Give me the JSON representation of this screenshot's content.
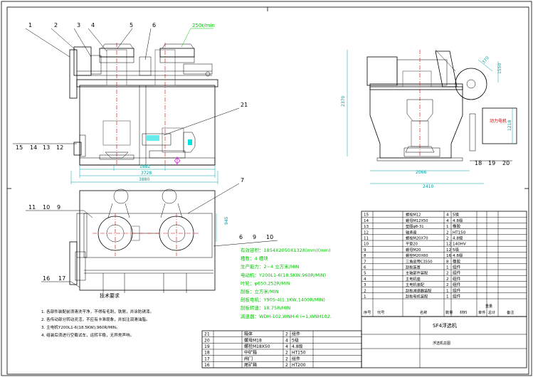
{
  "views": {
    "front": {
      "callouts_top": [
        "1",
        "2",
        "3",
        "4",
        "5",
        "6"
      ],
      "callouts_left": [
        "15",
        "14",
        "13",
        "12"
      ],
      "callout_21": "21",
      "callout_7": "7",
      "annotation": "250r/min",
      "dim_1": "1882",
      "dim_2": "3728",
      "dim_3": "3880"
    },
    "side": {
      "callouts": [
        "18",
        "19",
        "20"
      ],
      "dim_height": "2370",
      "dim_top": "1550",
      "dim_bottom": "2066",
      "dim_total": "2410",
      "dim_small": "370",
      "motor_label": "动力电机",
      "dim_right": "1218"
    },
    "plan": {
      "callouts_left": [
        "11",
        "10",
        "9"
      ],
      "callouts_right": [
        "6",
        "9",
        "10"
      ],
      "callouts_bottom": [
        "16",
        "17"
      ],
      "dim_945": "945",
      "title": "技术要求"
    }
  },
  "specs": {
    "lines": [
      "有效容积：1854X2050X1328(mm)(mm)",
      "槽数：4 槽块",
      "生产能力：2~4 立方米/MIN",
      "电动机：Y200L1-6(18.5KW,960R/MIN)",
      "叶轮：φ650,252R/MIN",
      "刮板：立方米/MIN",
      "刮板电机：Y90S-4(1.1KW,1400R/MIN)",
      "刮板转速：18.75R/MIN",
      "减速器：WDH-102,WNH-6 i=1,WNH102."
    ]
  },
  "notes": {
    "title": "技术要求",
    "items": [
      "1. 各部件装配前须清洗干净，不得有毛刺，铁屑，并涂防锈漆。",
      "2. 各传动部分转动灵活，不应有卡滞现象，并加注润滑油脂。",
      "3. 主电机Y200L1-6(18.5KW),960R/MIN。",
      "4. 组装后须进行空载试车，运转平稳，无异常声响。"
    ]
  },
  "bom_main": {
    "rows": [
      {
        "no": "15",
        "name": "螺栓M12",
        "qty": "4",
        "mat": "5级"
      },
      {
        "no": "14",
        "name": "螺母M12X50",
        "qty": "4",
        "mat": "4.8级"
      },
      {
        "no": "13",
        "name": "垫圈φ8-31",
        "qty": "1",
        "mat": "橡胶"
      },
      {
        "no": "12",
        "name": "轴承座",
        "qty": "2",
        "mat": "HT150"
      },
      {
        "no": "11",
        "name": "螺栓M20X70",
        "qty": "2",
        "mat": "4.8级"
      },
      {
        "no": "10",
        "name": "平垫20",
        "qty": "12",
        "mat": "140HV"
      },
      {
        "no": "9",
        "name": "螺母M20",
        "qty": "12",
        "mat": "5级"
      },
      {
        "no": "8",
        "name": "螺栓M20X60",
        "qty": "16",
        "mat": "4.8级"
      },
      {
        "no": "7",
        "name": "三角皮带C3550",
        "qty": "8",
        "mat": "橡胶"
      },
      {
        "no": "6",
        "name": "刮板装置",
        "qty": "1",
        "mat": "组件"
      },
      {
        "no": "5",
        "name": "主轴部件装配",
        "qty": "2",
        "mat": "组件"
      },
      {
        "no": "4",
        "name": "主电机座",
        "qty": "2",
        "mat": "组件"
      },
      {
        "no": "3",
        "name": "主电机装配",
        "qty": "2",
        "mat": "组件"
      },
      {
        "no": "2",
        "name": "刮板减速器装配",
        "qty": "1",
        "mat": "组件"
      },
      {
        "no": "1",
        "name": "刮板电机装配",
        "qty": "1",
        "mat": "组件"
      }
    ],
    "header": [
      "序号",
      "代号",
      "名称",
      "数量",
      "材料",
      "单件",
      "总计",
      "备注"
    ],
    "header_sub": "重量"
  },
  "bom_lower": {
    "rows": [
      {
        "no": "21",
        "name": "箱体",
        "qty": "2",
        "mat": "组件"
      },
      {
        "no": "20",
        "name": "螺母M18",
        "qty": "4",
        "mat": "5级"
      },
      {
        "no": "19",
        "name": "螺栓M18X50",
        "qty": "4",
        "mat": "4.8级"
      },
      {
        "no": "18",
        "name": "中矿箱",
        "qty": "2",
        "mat": "HT150"
      },
      {
        "no": "17",
        "name": "闸门",
        "qty": "2",
        "mat": "组件"
      },
      {
        "no": "16",
        "name": "尾矿箱",
        "qty": "2",
        "mat": "HT200"
      }
    ]
  },
  "title_block": {
    "drawing_name": "SF4浮选机",
    "subtitle": "浮选机总图"
  },
  "colors": {
    "green": "#00c800",
    "cyan": "#00a0a0",
    "red": "#d00000",
    "magenta": "#e000e0"
  }
}
